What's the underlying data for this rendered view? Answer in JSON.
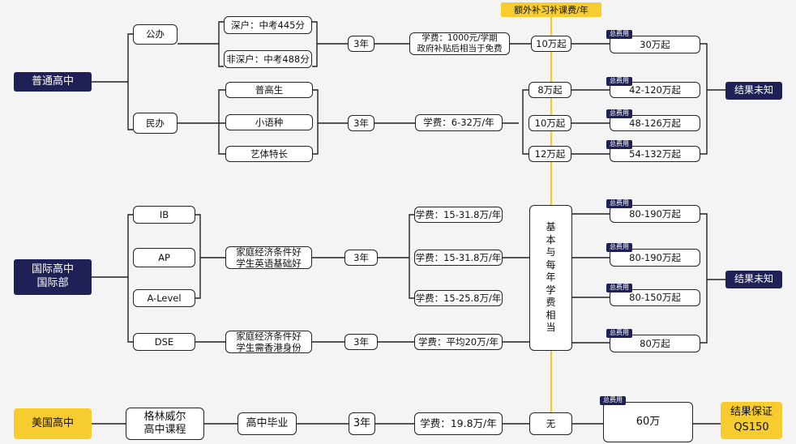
{
  "header": "额外补习补课费/年",
  "putong": {
    "title": "普通高中",
    "gongban": "公办",
    "minban": "民办",
    "shenhu": "深户：中考445分",
    "feishenhu": "非深户：中考488分",
    "gongban_years": "3年",
    "gongban_fee": "学费：1000元/学期\n政府补贴后相当于免费",
    "gongban_tutor": "10万起",
    "gongban_total": "30万起",
    "types": [
      "普高生",
      "小语种",
      "艺体特长"
    ],
    "minban_years": "3年",
    "minban_fee": "学费：6-32万/年",
    "minban_tutor": [
      "8万起",
      "10万起",
      "12万起"
    ],
    "minban_total": [
      "42-120万起",
      "48-126万起",
      "54-132万起"
    ],
    "result": "结果未知"
  },
  "intl": {
    "title": "国际高中\n国际部",
    "curricula": [
      "IB",
      "AP",
      "A-Level",
      "DSE"
    ],
    "cond1": "家庭经济条件好\n学生英语基础好",
    "cond2": "家庭经济条件好\n学生需香港身份",
    "years1": "3年",
    "years2": "3年",
    "fees": [
      "学费：15-31.8万/年",
      "学费：15-31.8万/年",
      "学费：15-25.8万/年",
      "学费：平均20万/年"
    ],
    "tutor": "基本与每年学费相当",
    "totals": [
      "80-190万起",
      "80-190万起",
      "80-150万起",
      "80万起"
    ],
    "result": "结果未知"
  },
  "us": {
    "title": "美国高中",
    "course": "格林威尔\n高中课程",
    "grad": "高中毕业",
    "years": "3年",
    "fee": "学费：19.8万/年",
    "tutor": "无",
    "total": "60万",
    "result": "结果保证\nQS150"
  },
  "tag_label": "总费用",
  "colors": {
    "navy": "#1f2156",
    "yellow": "#f7cc2f",
    "line": "#222222"
  }
}
